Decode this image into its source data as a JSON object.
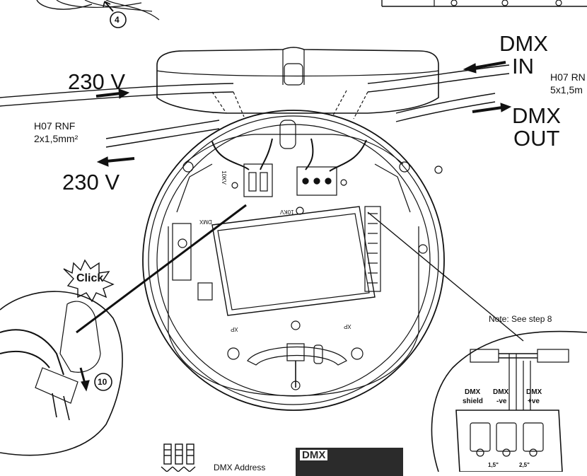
{
  "labels": {
    "step4": "4",
    "dmx_in_1": "DMX",
    "dmx_in_2": "IN",
    "cable_right_1": "H07 RN",
    "cable_right_2": "5x1,5m",
    "v230_top": "230 V",
    "cable_left_1": "H07 RNF",
    "cable_left_2": "2x1,5mm²",
    "dmx_out_1": "DMX",
    "dmx_out_2": "OUT",
    "v230_bottom": "230 V",
    "click": "Click",
    "step10": "10",
    "note": "Note: See step 8",
    "dmx_shield_1": "DMX",
    "dmx_shield_2": "shield",
    "dmx_neg_1": "DMX",
    "dmx_neg_2": "-ve",
    "dmx_pos_1": "DMX",
    "dmx_pos_2": "+ve",
    "dmx_address": "DMX Address",
    "dmx_badge": "DMX",
    "pcb_10kv_a": "10KV",
    "pcb_10kv_b": "10KV",
    "pcb_dmx": "DMX",
    "pcb_xp_a": "XP",
    "pcb_xp_b": "XP",
    "gauge_a": "1,5\"",
    "gauge_b": "2,5\""
  },
  "colors": {
    "line": "#111111",
    "badge_bg": "#2b2b2b"
  }
}
